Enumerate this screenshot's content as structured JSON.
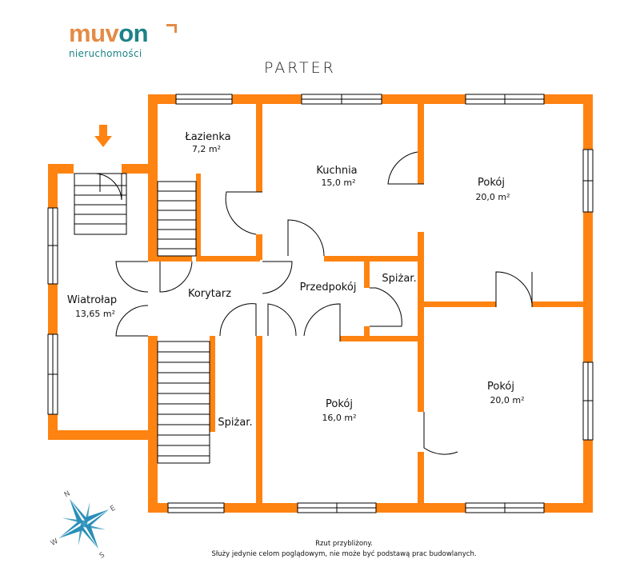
{
  "logo": {
    "brand_part1": "muv",
    "brand_part2": "on",
    "subtitle": "nieruchomości"
  },
  "title": "PARTER",
  "rooms": [
    {
      "name": "Łazienka",
      "area": "7,2 m²"
    },
    {
      "name": "Kuchnia",
      "area": "15,0 m²"
    },
    {
      "name": "Pokój",
      "area": "20,0 m²"
    },
    {
      "name": "Wiatrołap",
      "area": "13,65 m²"
    },
    {
      "name": "Korytarz"
    },
    {
      "name": "Przedpokój"
    },
    {
      "name": "Spiżar."
    },
    {
      "name": "Pokój",
      "area": "16,0 m²"
    },
    {
      "name": "Pokój",
      "area": "20,0 m²"
    },
    {
      "name": "Spiżar."
    }
  ],
  "compass": {
    "n": "N",
    "e": "E",
    "s": "S",
    "w": "W"
  },
  "disclaimer": {
    "line1": "Rzut przybliżony.",
    "line2": "Służy jedynie celom poglądowym, nie może być podstawą prac budowlanych."
  },
  "colors": {
    "wall": "#ff8311",
    "compass": "#2a8fb8",
    "brand_orange": "#e58a45",
    "brand_teal": "#1c8288"
  }
}
